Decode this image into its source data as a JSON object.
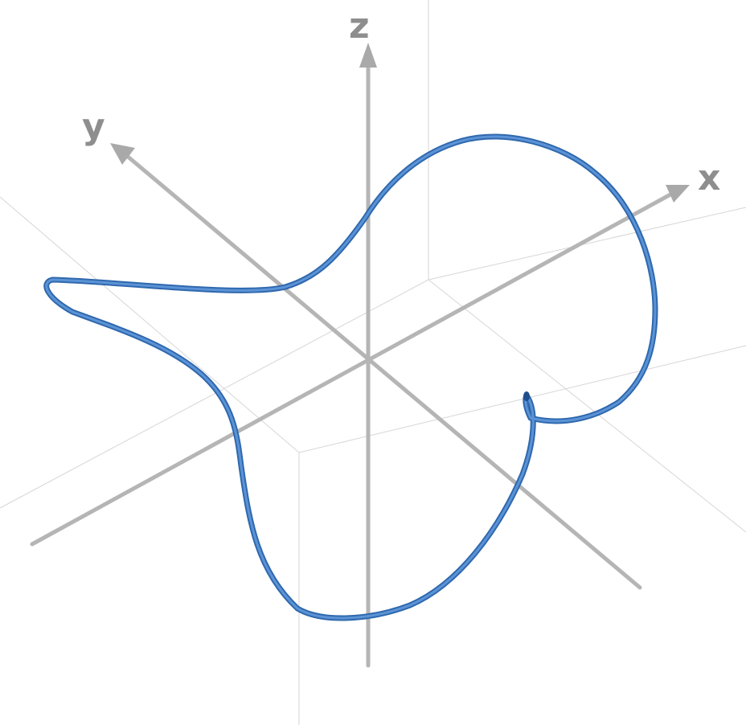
{
  "figure": {
    "axes": {
      "x_label": "x",
      "y_label": "y",
      "z_label": "z"
    },
    "colors": {
      "curve": "#3a78c2",
      "curve_highlight": "#6a9fdd",
      "axis": "#b5b5b5",
      "axis_label": "#8e8e8e",
      "guide_lines": "#d6d6d6"
    },
    "elements": {
      "curve": "3d-space-curve",
      "axes": [
        "x-axis",
        "y-axis",
        "z-axis"
      ],
      "bounding_box": "wireframe-guides"
    }
  }
}
